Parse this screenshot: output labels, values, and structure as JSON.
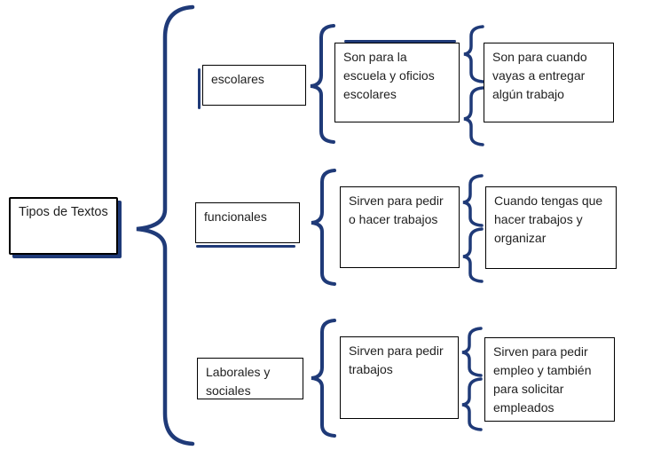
{
  "diagram": {
    "title": "Tipos de Textos brace map",
    "root": {
      "label": "Tipos de Textos"
    },
    "branches": [
      {
        "category": "escolares",
        "description": "Son para la escuela y oficios escolares",
        "detail": "Son para cuando vayas a entregar algún trabajo"
      },
      {
        "category": "funcionales",
        "description": "Sirven para pedir o hacer trabajos",
        "detail": "Cuando tengas que hacer trabajos y organizar"
      },
      {
        "category": "Laborales y sociales",
        "description": "Sirven para pedir trabajos",
        "detail": "Sirven para pedir empleo y también para solicitar empleados"
      }
    ],
    "colors": {
      "brace": "#1f3a78",
      "box_border": "#000000",
      "box_shadow": "#1f3a78",
      "background": "#ffffff",
      "text": "#1f1f1f"
    }
  }
}
